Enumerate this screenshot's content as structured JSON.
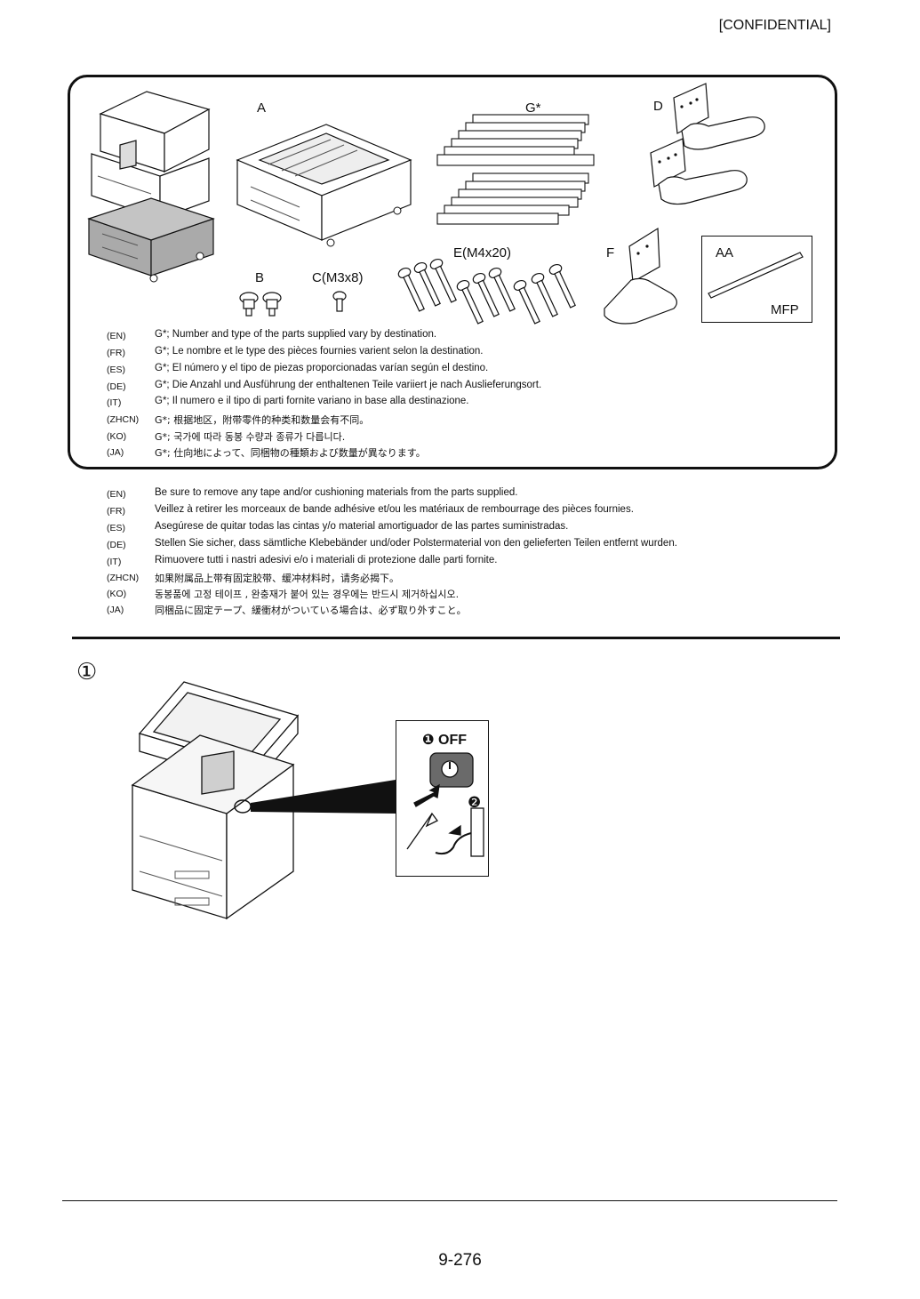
{
  "header": {
    "confidential": "[CONFIDENTIAL]"
  },
  "parts": {
    "labels": {
      "A": "A",
      "G": "G*",
      "D": "D",
      "B": "B",
      "C": "C(M3x8)",
      "E": "E(M4x20)",
      "F": "F",
      "AA": "AA",
      "MFP": "MFP"
    },
    "notes": [
      {
        "code": "(EN)",
        "text": "G*; Number and type of the parts supplied vary by destination."
      },
      {
        "code": "(FR)",
        "text": "G*; Le nombre et le type des pièces fournies varient selon la destination."
      },
      {
        "code": "(ES)",
        "text": "G*; El número y el tipo de piezas proporcionadas varían según el destino."
      },
      {
        "code": "(DE)",
        "text": "G*; Die Anzahl und Ausführung der enthaltenen Teile variiert je nach Auslieferungsort."
      },
      {
        "code": "(IT)",
        "text": "G*; Il numero e il tipo di parti fornite variano in base alla destinazione."
      },
      {
        "code": "(ZHCN)",
        "text": "G*; 根据地区，附带零件的种类和数量会有不同。"
      },
      {
        "code": "(KO)",
        "text": "G*; 국가에 따라 동봉 수량과 종류가 다릅니다."
      },
      {
        "code": "(JA)",
        "text": "G*; 仕向地によって、同梱物の種類および数量が異なります。"
      }
    ]
  },
  "tape_notes": [
    {
      "code": "(EN)",
      "text": "Be sure to remove any tape and/or cushioning materials from the parts supplied."
    },
    {
      "code": "(FR)",
      "text": "Veillez à retirer les morceaux de bande adhésive et/ou les matériaux de rembourrage des pièces fournies."
    },
    {
      "code": "(ES)",
      "text": "Asegúrese de quitar todas las cintas y/o material amortiguador de las partes suministradas."
    },
    {
      "code": "(DE)",
      "text": "Stellen Sie sicher, dass sämtliche Klebebänder und/oder Polstermaterial von den gelieferten Teilen entfernt wurden."
    },
    {
      "code": "(IT)",
      "text": "Rimuovere tutti i nastri adesivi e/o i materiali di protezione dalle parti fornite."
    },
    {
      "code": "(ZHCN)",
      "text": "如果附属品上带有固定胶带、缓冲材料时，请务必揭下。"
    },
    {
      "code": "(KO)",
      "text": "동봉품에 고정 테이프 , 완충재가 붙어 있는 경우에는 반드시 제거하십시오."
    },
    {
      "code": "(JA)",
      "text": "同梱品に固定テープ、緩衝材がついている場合は、必ず取り外すこと。"
    }
  ],
  "step": {
    "number": "①",
    "power_off_label": "❶ OFF",
    "unplug_marker": "❷"
  },
  "footer": {
    "page_number": "9-276"
  }
}
